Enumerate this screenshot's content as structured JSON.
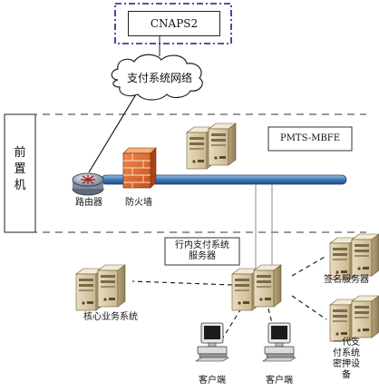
{
  "nodes": {
    "cnaps": "CNAPS2",
    "payment_network": "支付系统网络",
    "front_machine": "前\n置\n机",
    "pmts": "PMTS-MBFE",
    "router": "路由器",
    "firewall": "防火墙",
    "internal_server": "行内支付系统\n服务器",
    "core_system": "核心业务系统",
    "signing_server": "签名服务器",
    "first_gen_encryption": "一代支付系统\n密押设备",
    "client_left": "客户端",
    "client_right": "客户端"
  }
}
